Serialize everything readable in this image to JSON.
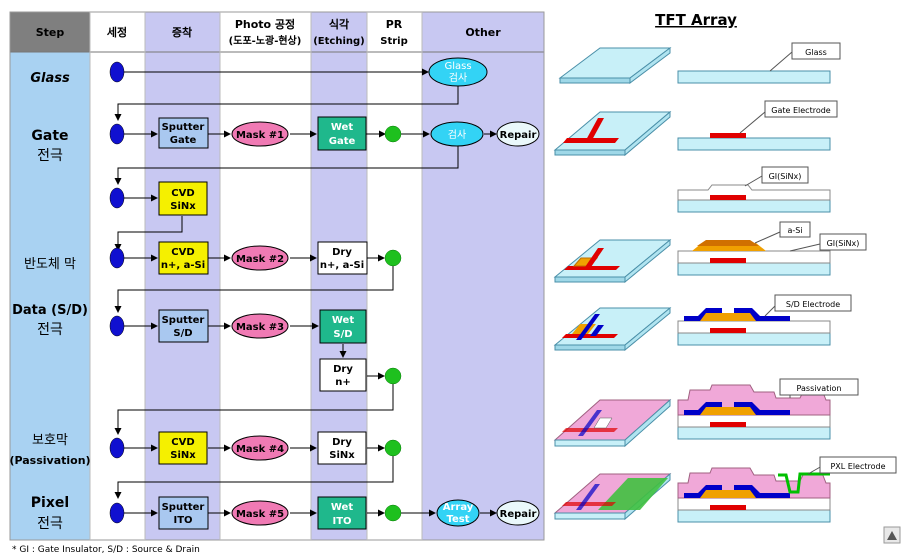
{
  "headers": {
    "step": "Step",
    "clean": "세정",
    "depo": "증착",
    "photo_1": "Photo 공정",
    "photo_2": "(도포-노광-현상)",
    "etch_1": "식각",
    "etch_2": "(Etching)",
    "pr_1": "PR",
    "pr_2": "Strip",
    "other": "Other"
  },
  "steps": {
    "glass": "Glass",
    "gate_1": "Gate",
    "gate_2": "전극",
    "semi": "반도체 막",
    "data_1": "Data (S/D)",
    "data_2": "전극",
    "pass_1": "보호막",
    "pass_2": "(Passivation)",
    "pixel_1": "Pixel",
    "pixel_2": "전극"
  },
  "boxes": {
    "sputter_gate_1": "Sputter",
    "sputter_gate_2": "Gate",
    "cvd_sinx_1": "CVD",
    "cvd_sinx_2": "SiNx",
    "cvd_nsi_1": "CVD",
    "cvd_nsi_2": "n+, a-Si",
    "sputter_sd_1": "Sputter",
    "sputter_sd_2": "S/D",
    "cvd_pass_1": "CVD",
    "cvd_pass_2": "SiNx",
    "sputter_ito_1": "Sputter",
    "sputter_ito_2": "ITO",
    "mask1": "Mask #1",
    "mask2": "Mask #2",
    "mask3": "Mask #3",
    "mask4": "Mask #4",
    "mask5": "Mask #5",
    "wet_gate_1": "Wet",
    "wet_gate_2": "Gate",
    "dry_nsi_1": "Dry",
    "dry_nsi_2": "n+, a-Si",
    "wet_sd_1": "Wet",
    "wet_sd_2": "S/D",
    "dry_n_1": "Dry",
    "dry_n_2": "n+",
    "dry_sinx_1": "Dry",
    "dry_sinx_2": "SiNx",
    "wet_ito_1": "Wet",
    "wet_ito_2": "ITO",
    "glass_insp_1": "Glass",
    "glass_insp_2": "검사",
    "insp": "검사",
    "repair1": "Repair",
    "array_1": "Array",
    "array_2": "Test",
    "repair2": "Repair"
  },
  "tft": {
    "title": "TFT Array",
    "glass": "Glass",
    "gate_electrode": "Gate Electrode",
    "gi1": "GI(SiNx)",
    "asi": "a-Si",
    "gi2": "GI(SiNx)",
    "sd_electrode": "S/D Electrode",
    "passivation": "Passivation",
    "pxl_electrode": "PXL Electrode"
  },
  "footnote": "* GI : Gate Insulator, S/D : Source & Drain",
  "colors": {
    "step_column": "#a9d2f2",
    "process_column": "#c6c6f0",
    "header_step": "#7f7f7f",
    "sputter_box": "#a9c8f0",
    "cvd_box": "#f5f000",
    "mask": "#f07ab4",
    "wet": "#1fb88c",
    "inspect": "#33d3f5",
    "node_clean": "#1010d0",
    "node_pr": "#1ec01e",
    "gate_metal": "#e00000",
    "sd_metal": "#0000c8",
    "asi": "#f0a000",
    "passivation": "#f0a8d8",
    "pixel": "#00c000",
    "substrate": "#c8f0f8"
  }
}
